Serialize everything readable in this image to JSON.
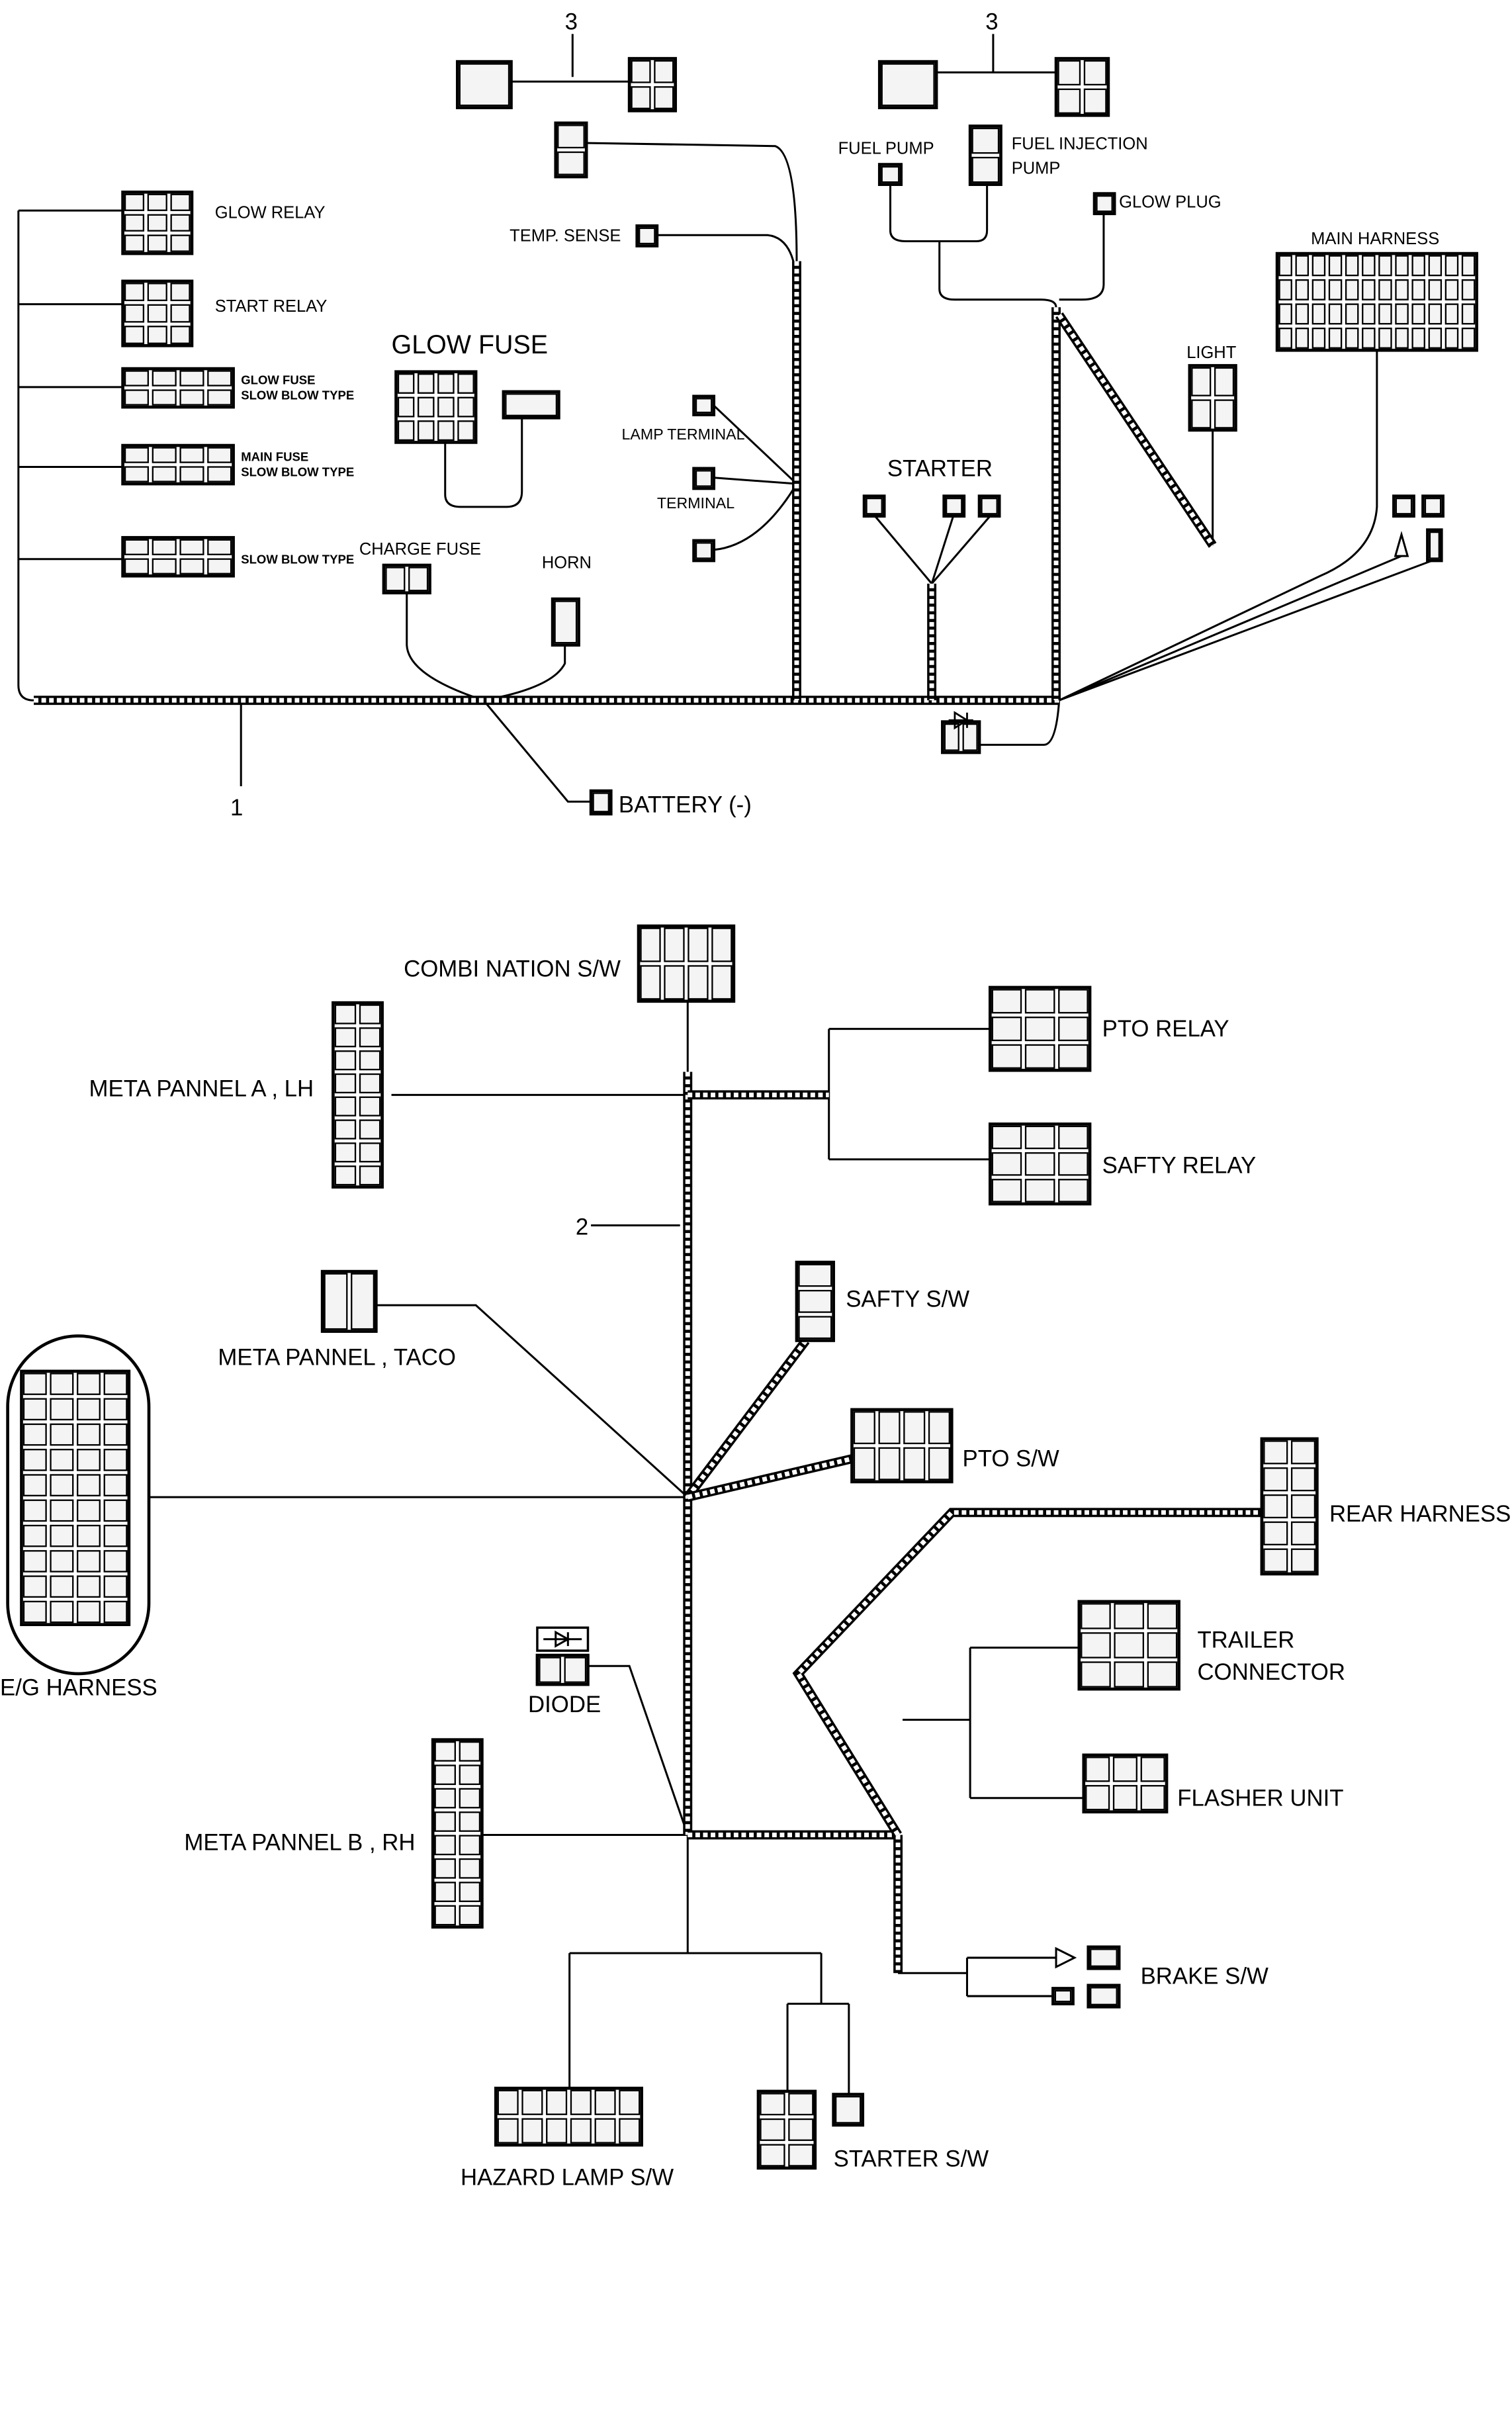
{
  "top": {
    "callout_1": "1",
    "callout_3a": "3",
    "callout_3b": "3",
    "glow_relay": "GLOW RELAY",
    "start_relay": "START RELAY",
    "glow_fuse_line1": "GLOW FUSE",
    "glow_fuse_line2": "SLOW BLOW TYPE",
    "main_fuse_line1": "MAIN FUSE",
    "main_fuse_line2": "SLOW BLOW TYPE",
    "slow_blow": "SLOW BLOW TYPE",
    "glow_fuse_box": "GLOW FUSE",
    "charge_fuse": "CHARGE FUSE",
    "horn": "HORN",
    "battery": "BATTERY (-)",
    "temp_sense": "TEMP. SENSE",
    "lamp_terminal": "LAMP TERMINAL",
    "terminal": "TERMINAL",
    "starter": "STARTER",
    "fuel_pump": "FUEL PUMP",
    "fuel_injection_line1": "FUEL INJECTION",
    "fuel_injection_line2": "PUMP",
    "glow_plug": "GLOW PLUG",
    "main_harness": "MAIN HARNESS",
    "light": "LIGHT"
  },
  "bottom": {
    "callout_2": "2",
    "combination_sw": "COMBI NATION S/W",
    "meta_pannel_a": "META PANNEL A , LH",
    "pto_relay": "PTO RELAY",
    "safty_relay": "SAFTY RELAY",
    "safty_sw": "SAFTY S/W",
    "meta_pannel_taco": "META PANNEL , TACO",
    "pto_sw": "PTO S/W",
    "rear_harness": "REAR HARNESS",
    "eg_harness": "E/G HARNESS",
    "trailer_line1": "TRAILER",
    "trailer_line2": "CONNECTOR",
    "diode": "DIODE",
    "flasher_unit": "FLASHER UNIT",
    "meta_pannel_b": "META PANNEL B , RH",
    "brake_sw": "BRAKE S/W",
    "hazard_lamp_sw": "HAZARD LAMP S/W",
    "starter_sw": "STARTER S/W"
  }
}
